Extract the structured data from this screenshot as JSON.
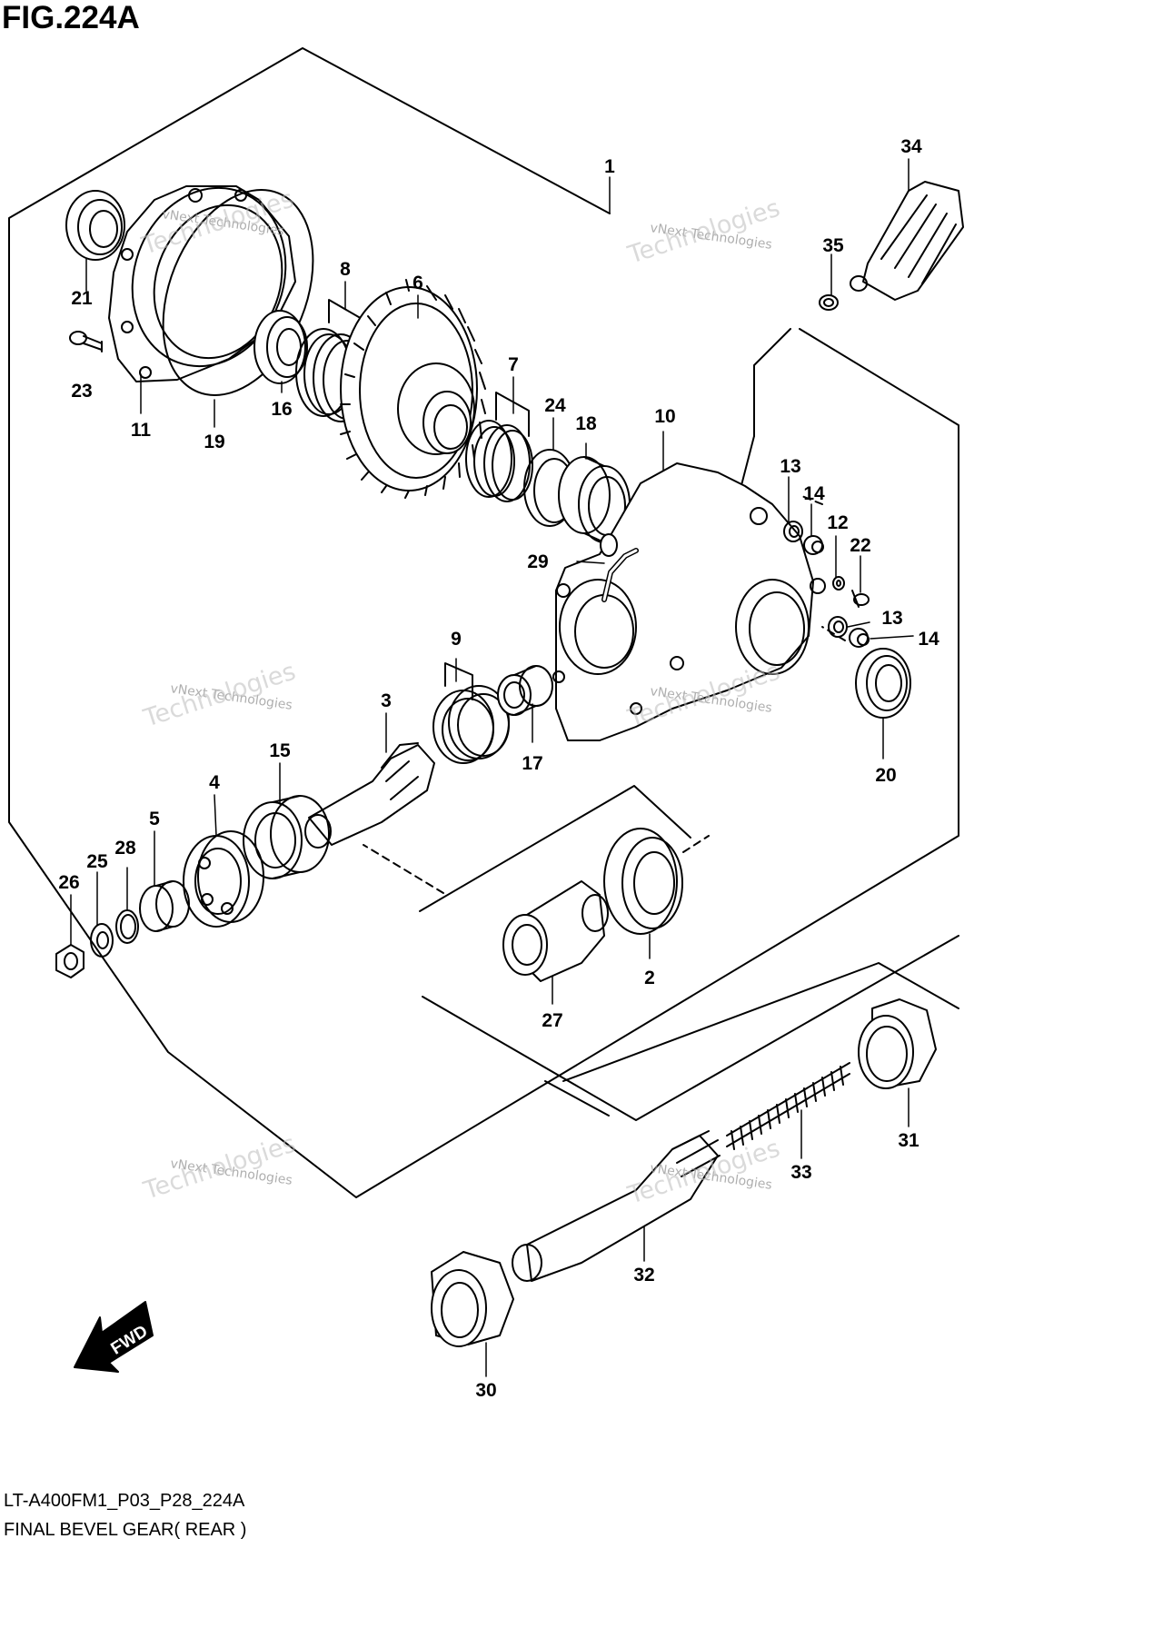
{
  "figure": {
    "title": "FIG.224A",
    "model_code": "LT-A400FM1_P03_P28_224A",
    "name": "FINAL BEVEL GEAR( REAR )"
  },
  "watermark": {
    "line1": "vNext Technologies",
    "line2": "vNext",
    "line3": "Technologies"
  },
  "fwd_label": "FWD",
  "callouts": [
    "1",
    "2",
    "3",
    "4",
    "5",
    "6",
    "7",
    "8",
    "9",
    "10",
    "11",
    "12",
    "13",
    "13",
    "14",
    "14",
    "15",
    "16",
    "17",
    "18",
    "19",
    "20",
    "21",
    "22",
    "23",
    "24",
    "25",
    "26",
    "27",
    "28",
    "29",
    "30",
    "31",
    "32",
    "33",
    "34",
    "35"
  ],
  "icons": {
    "fwd_arrow": "fwd-arrow-icon"
  }
}
